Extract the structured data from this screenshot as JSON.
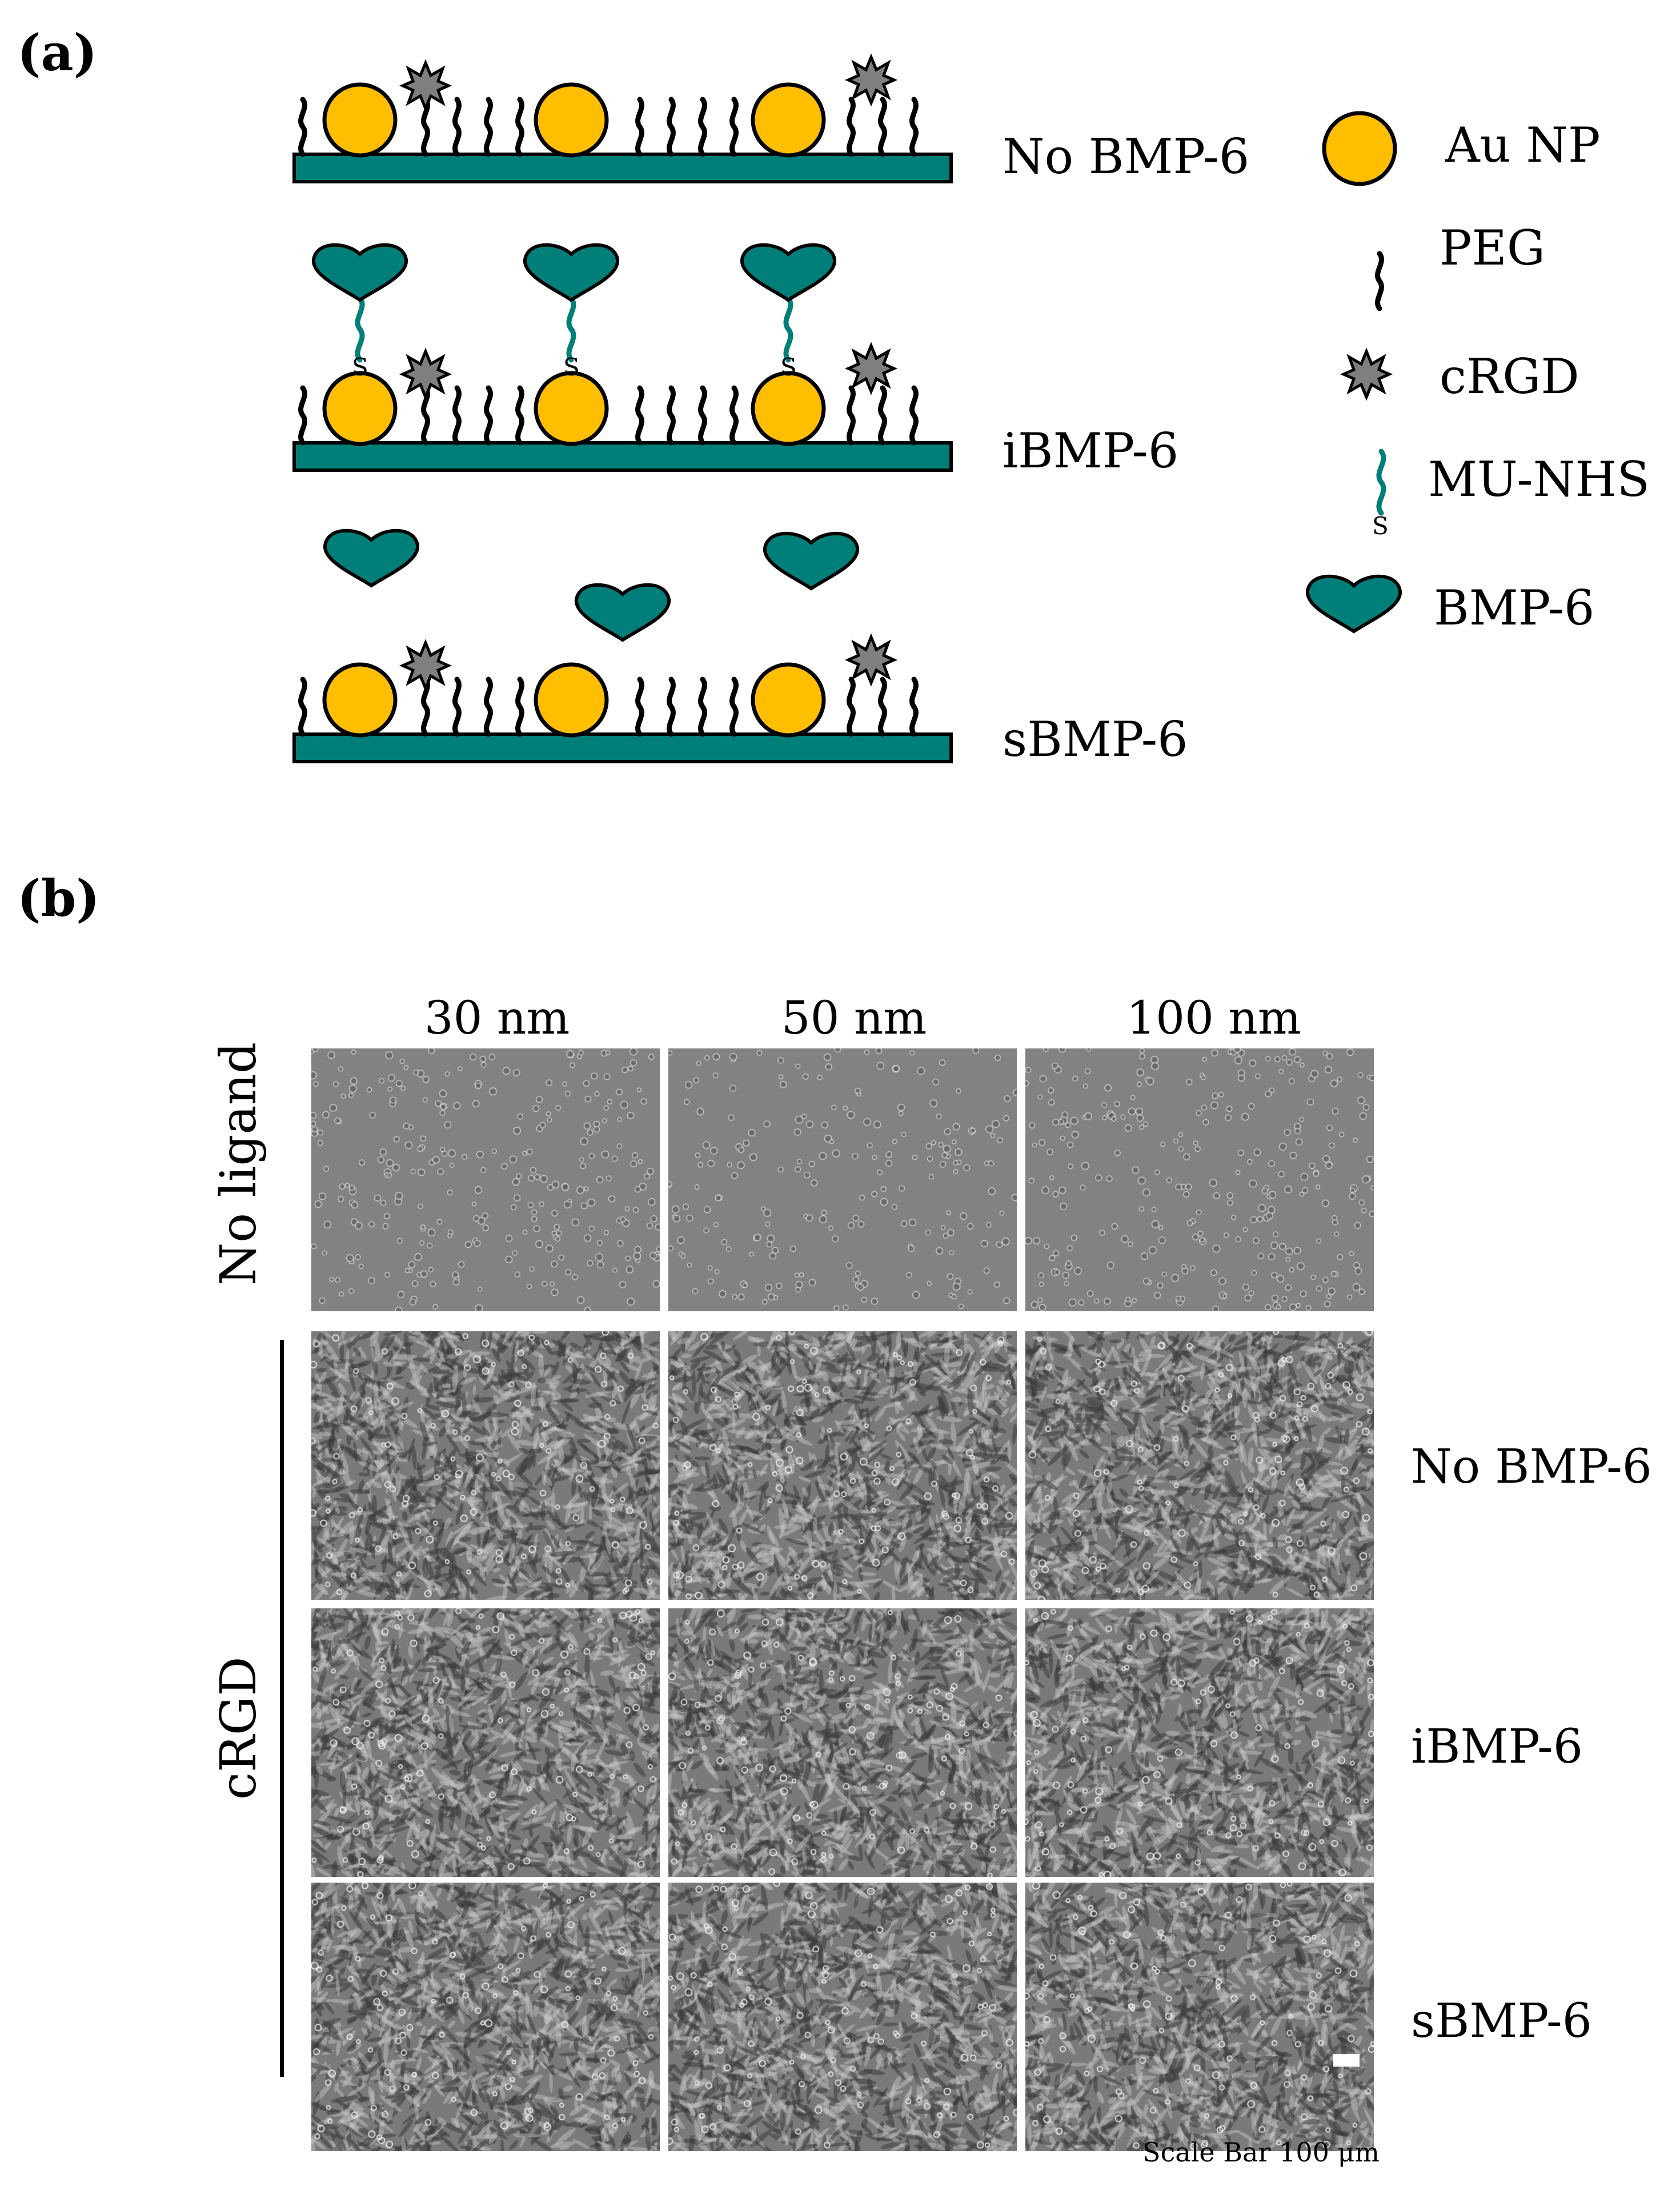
{
  "panel_a": {
    "label": "(a)",
    "rows": [
      {
        "label": "No BMP-6"
      },
      {
        "label": "iBMP-6"
      },
      {
        "label": "sBMP-6"
      }
    ],
    "legend": [
      {
        "label": "Au NP",
        "icon": "gold-nanoparticle-icon"
      },
      {
        "label": "PEG",
        "icon": "peg-chain-icon"
      },
      {
        "label": "cRGD",
        "icon": "crgd-star-icon"
      },
      {
        "label": "MU-NHS",
        "icon": "mu-nhs-linker-icon"
      },
      {
        "label": "BMP-6",
        "icon": "bmp6-heart-icon"
      }
    ],
    "linker_atom": "S",
    "colors": {
      "gold": "#FFBF00",
      "teal": "#007F7A",
      "gray": "#7F7F7F"
    }
  },
  "panel_b": {
    "label": "(b)",
    "columns": [
      "30 nm",
      "50 nm",
      "100 nm"
    ],
    "group_top": "No ligand",
    "group_side": "cRGD",
    "row_labels": [
      "No BMP-6",
      "iBMP-6",
      "sBMP-6"
    ],
    "scale_bar": "Scale Bar 100 μm"
  }
}
